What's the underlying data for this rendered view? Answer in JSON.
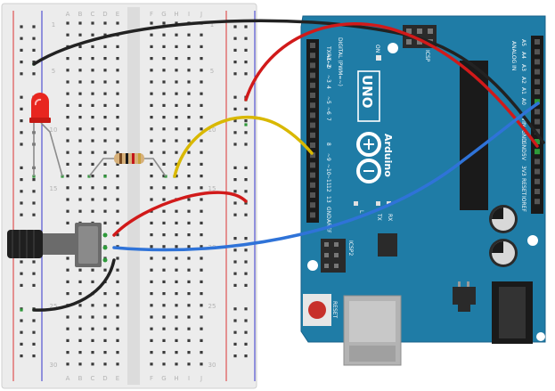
{
  "breadboard": {
    "column_letters_left": [
      "A",
      "B",
      "C",
      "D",
      "E"
    ],
    "column_letters_right": [
      "F",
      "G",
      "H",
      "I",
      "J"
    ],
    "row_numbers": [
      "1",
      "5",
      "10",
      "15",
      "20",
      "25",
      "30"
    ]
  },
  "arduino": {
    "board_name": "UNO",
    "brand": "Arduino",
    "digital_header_label": "DIGITAL (PWM=~)",
    "analog_header_label": "ANALOG IN",
    "digital_pins": [
      "TX→1",
      "RX←0",
      "2",
      "~3",
      "4",
      "~5",
      "~6",
      "7",
      "8",
      "~9",
      "~10",
      "~11",
      "12",
      "13",
      "GND",
      "AREF"
    ],
    "analog_pins": [
      "A5",
      "A4",
      "A3",
      "A2",
      "A1",
      "A0"
    ],
    "power_pins": [
      "VIN",
      "GND",
      "GND",
      "5V",
      "3V3",
      "RESET",
      "IOREF"
    ],
    "led_labels": [
      "L",
      "TX",
      "RX"
    ],
    "on_label": "ON",
    "icsp_label": "ICSP",
    "icsp2_label": "ICSP2",
    "reset_label": "RESET"
  },
  "colors": {
    "wire_black": "#222222",
    "wire_red": "#d11a1a",
    "wire_yellow": "#d9b800",
    "wire_blue": "#2f73d8",
    "arduino_blue": "#1f7ca6",
    "led_red": "#e8261f"
  }
}
